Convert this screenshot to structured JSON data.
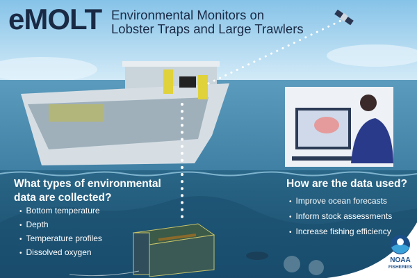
{
  "header": {
    "title": "eMOLT",
    "subtitle_line1": "Environmental Monitors on",
    "subtitle_line2": "Lobster Traps and Large Trawlers"
  },
  "left_panel": {
    "heading_line1": "What types of environmental",
    "heading_line2": "data are collected?",
    "items": [
      "Bottom temperature",
      "Depth",
      "Temperature profiles",
      "Dissolved oxygen"
    ]
  },
  "right_panel": {
    "heading": "How are the data used?",
    "items": [
      "Improve ocean forecasts",
      "Inform stock assessments",
      "Increase fishing efficiency"
    ]
  },
  "logo": {
    "name": "NOAA",
    "sub": "FISHERIES"
  },
  "icons": [
    "satellite-icon",
    "boat-illustration",
    "lobster-trap-illustration",
    "computer-user-illustration",
    "lobster-icon",
    "scallop-icon",
    "noaa-logo"
  ],
  "colors": {
    "sky": "#a9d3ee",
    "sea": "#4f8fb0",
    "deep": "#1f5575",
    "title": "#1a2a45",
    "trap": "#c8c46a"
  }
}
